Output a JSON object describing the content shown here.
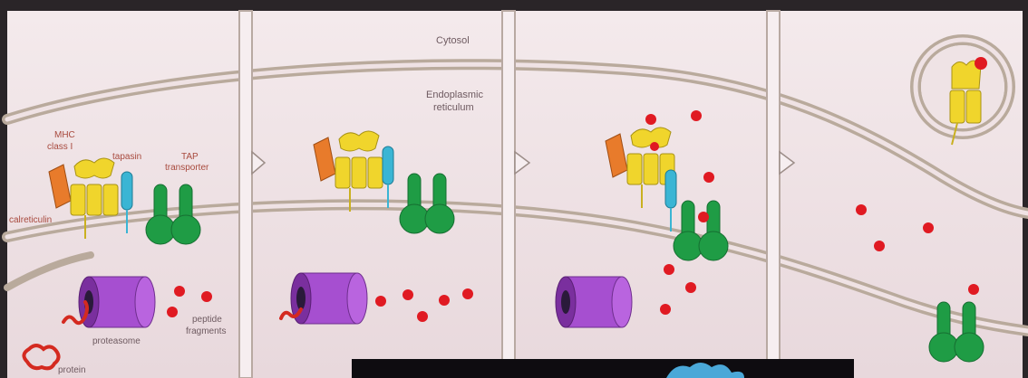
{
  "labels": {
    "cytosol": "Cytosol",
    "er_line1": "Endoplasmic",
    "er_line2": "reticulum",
    "mhc_line1": "MHC",
    "mhc_line2": "class I",
    "tapasin": "tapasin",
    "tap_line1": "TAP",
    "tap_line2": "transporter",
    "calreticulin": "calreticulin",
    "proteasome": "proteasome",
    "peptide_line1": "peptide",
    "peptide_line2": "fragments",
    "protein": "protein"
  },
  "colors": {
    "background": "#efe2e4",
    "membrane": "#b9aa9c",
    "mhc": "#f0d52c",
    "calreticulin": "#e87b2b",
    "tapasin": "#3ab5d4",
    "tap": "#1f9c45",
    "proteasome": "#a64fd0",
    "peptide": "#e01a22",
    "protein": "#d42a20"
  }
}
